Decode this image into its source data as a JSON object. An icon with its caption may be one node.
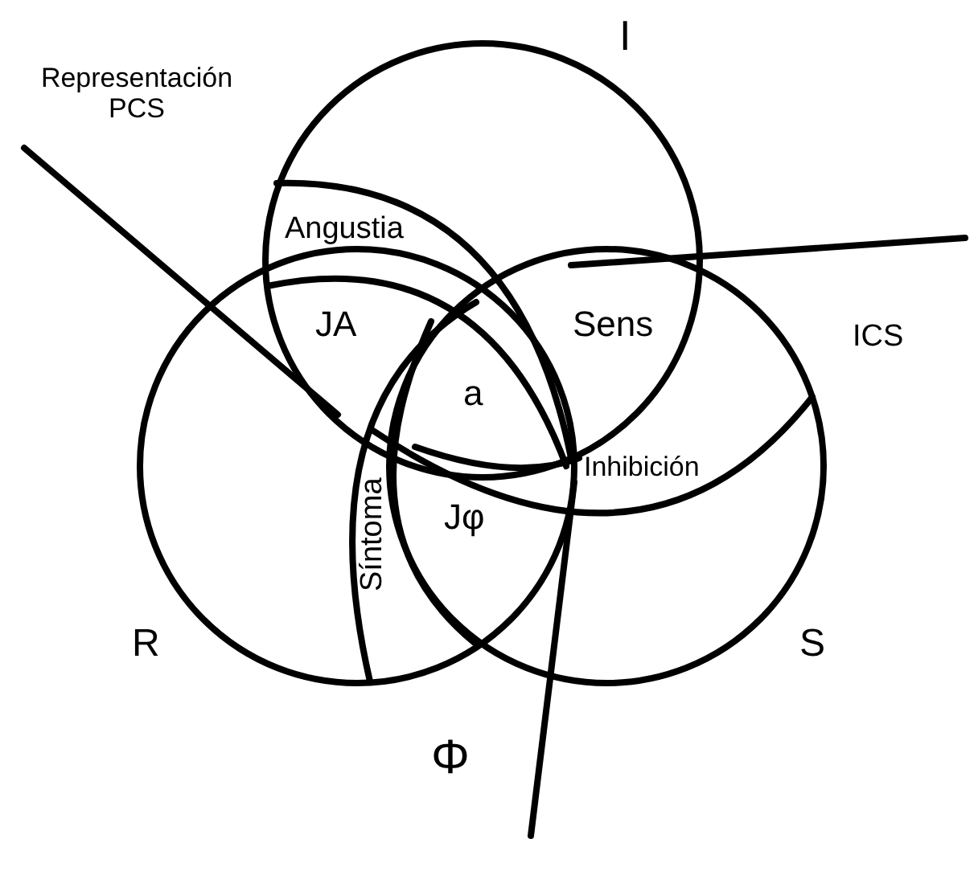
{
  "diagram": {
    "labels": [
      "I",
      "Representación PCS",
      "Angustia",
      "JA",
      "Sens",
      "ICS",
      "a",
      "Inhibición",
      "Síntoma",
      "Jφ",
      "R",
      "S",
      "Φ"
    ]
  }
}
